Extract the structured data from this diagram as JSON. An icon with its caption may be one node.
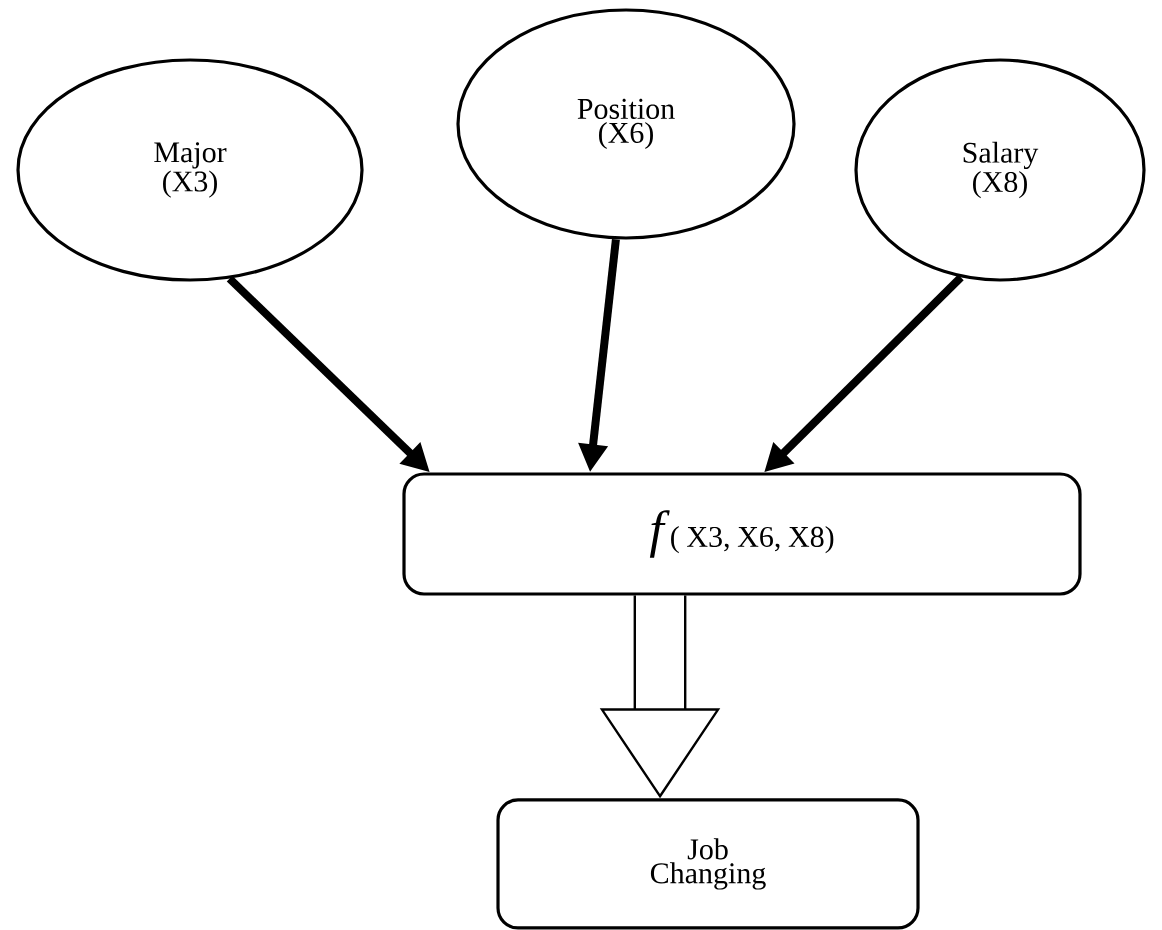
{
  "diagram": {
    "nodes": [
      {
        "text": [
          "Major (X3)"
        ]
      },
      {
        "text": [
          "Position (X6)"
        ]
      },
      {
        "text": [
          "Salary (X8)"
        ]
      },
      {
        "text": [
          "*f*( X3, X6, X8)"
        ]
      },
      {
        "text": [
          "Job Changing"
        ]
      }
    ],
    "edges": [
      {
        "from": 0,
        "to": 3,
        "arrow": "to"
      },
      {
        "from": 1,
        "to": 3,
        "arrow": "to"
      },
      {
        "from": 2,
        "to": 3,
        "arrow": "to"
      },
      {
        "from": 3,
        "to": 4,
        "arrow": "to",
        "style": "thick"
      }
    ]
  }
}
